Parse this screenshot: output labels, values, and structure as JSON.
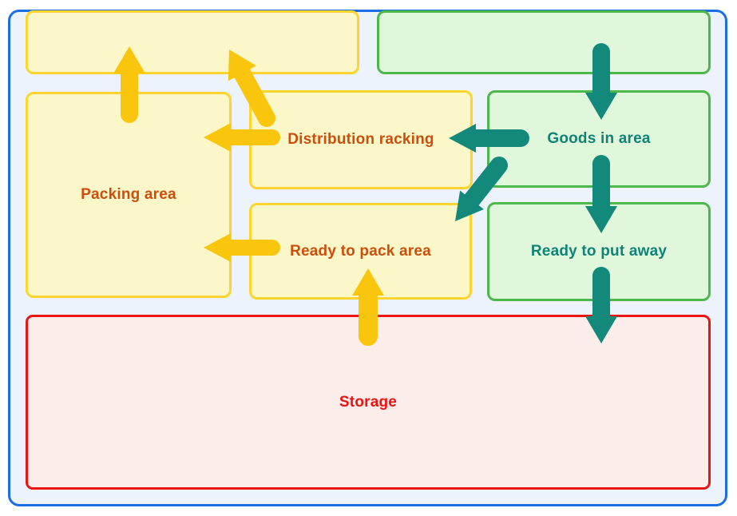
{
  "diagram": {
    "type": "warehouse-area-flow-map",
    "colors": {
      "outer_border": "#1b6fe4",
      "floor_fill": "#edf3fc",
      "yellow_area_fill": "#fbf7c8",
      "yellow_area_border": "#ffd42e",
      "yellow_arrow": "#f9c60d",
      "green_area_fill": "#e1f7dc",
      "green_area_border": "#4cb84c",
      "teal_arrow": "#12897b",
      "teal_label_text": "#0e8376",
      "orange_label_text": "#cc4e0c",
      "storage_border": "#ea1411",
      "storage_fill": "#fcedea",
      "storage_label_text": "#ee1111"
    },
    "areas": {
      "top_left_unlabeled": {
        "label": "",
        "color_group": "yellow"
      },
      "top_right_unlabeled": {
        "label": "",
        "color_group": "green"
      },
      "packing": {
        "label": "Packing area",
        "color_group": "yellow"
      },
      "distribution_racking": {
        "label": "Distribution racking",
        "color_group": "yellow"
      },
      "ready_to_pack": {
        "label": "Ready to pack area",
        "color_group": "yellow"
      },
      "goods_in": {
        "label": "Goods in area",
        "color_group": "green"
      },
      "ready_to_put_away": {
        "label": "Ready to put away",
        "color_group": "green"
      },
      "storage": {
        "label": "Storage",
        "color_group": "red"
      }
    },
    "flows": [
      {
        "from": "packing",
        "to": "top_left_unlabeled",
        "color": "#f9c60d",
        "direction": "up"
      },
      {
        "from": "distribution_racking",
        "to": "top_left_unlabeled",
        "color": "#f9c60d",
        "direction": "up-left-diagonal"
      },
      {
        "from": "distribution_racking",
        "to": "packing",
        "color": "#f9c60d",
        "direction": "left"
      },
      {
        "from": "ready_to_pack",
        "to": "packing",
        "color": "#f9c60d",
        "direction": "left"
      },
      {
        "from": "storage",
        "to": "ready_to_pack",
        "color": "#f9c60d",
        "direction": "up"
      },
      {
        "from": "top_right_unlabeled",
        "to": "goods_in",
        "color": "#12897b",
        "direction": "down"
      },
      {
        "from": "goods_in",
        "to": "distribution_racking",
        "color": "#12897b",
        "direction": "left"
      },
      {
        "from": "goods_in",
        "to": "ready_to_pack",
        "color": "#12897b",
        "direction": "down-left-diagonal"
      },
      {
        "from": "goods_in",
        "to": "ready_to_put_away",
        "color": "#12897b",
        "direction": "down"
      },
      {
        "from": "ready_to_put_away",
        "to": "storage",
        "color": "#12897b",
        "direction": "down"
      }
    ]
  }
}
